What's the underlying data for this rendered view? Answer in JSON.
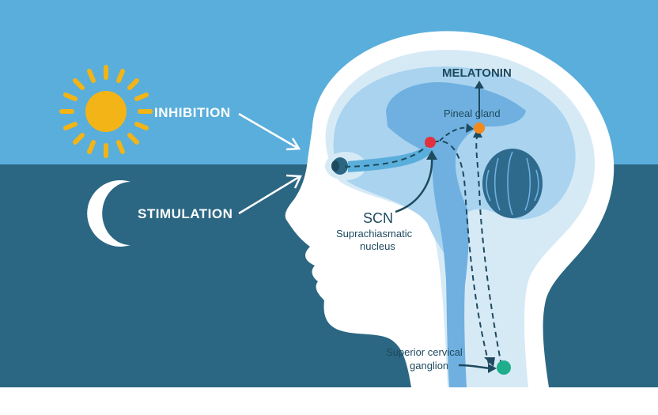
{
  "labels": {
    "inhibition": "INHIBITION",
    "stimulation": "STIMULATION",
    "melatonin": "MELATONIN",
    "pineal_gland": "Pineal gland",
    "scn": "SCN",
    "scn_full_line1": "Suprachiasmatic",
    "scn_full_line2": "nucleus",
    "scg_line1": "Superior cervical",
    "scg_line2": "ganglion"
  },
  "icons": {
    "sun": "sun-icon",
    "moon": "crescent-moon-icon"
  },
  "colors": {
    "sky_day": "#5aaedb",
    "sky_night": "#2b6783",
    "head_outline": "#d6eaf6",
    "brain": "#a9d3ef",
    "brain_inner": "#6fb0e0",
    "cerebellum": "#2e6a8c",
    "sun": "#f2b416",
    "scn_dot": "#e2323f",
    "pineal_dot": "#f28a1e",
    "ganglion_dot": "#1fae8c",
    "text_dark": "#1e4a5e"
  }
}
